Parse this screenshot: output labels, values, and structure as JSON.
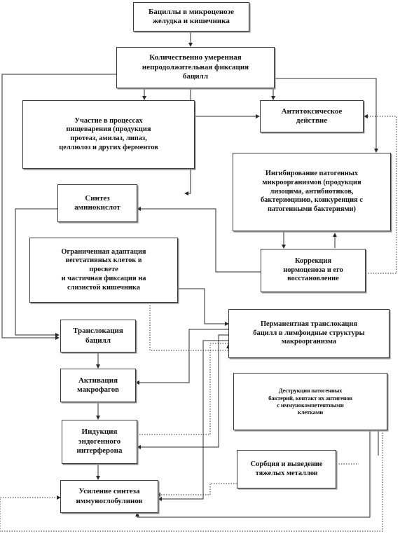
{
  "nodes": {
    "root": "Бациллы в микроценозе\nжелудка и кишечника",
    "fixation": "Количественно умеренная\nнепродолжительная фиксация\nбацилл",
    "digestion": "Участие в процессах\nпищеварения  (продукция\nпротеаз, амилаз, липаз,\nцеллюлоз и других ферментов",
    "antitoxic": "Антитоксическое\nдействие",
    "inhibition": "Ингибирование  патогенных\nмикроорганизмов (продукция\nлизоцима, антибиотиков,\nбактериоцинов,  конкуренция  с\nпатогенными бактериями)",
    "aminoacid": "Синтез\nаминокислот",
    "adaptation": "Ограниченная адаптация\nвегетативных клеток в\nпросвете\nи частичная фиксация на\nслизистой кишечника",
    "correction": "Коррекция\nнормоценоза и его\nвосстановление",
    "permanent": "Перманентная транслокация\nбацилл в лимфоидные структуры\nмакроорганизма",
    "translocation": "Транслокация\nбацилл",
    "activation": "Активация\nмакрофагов",
    "destruction": "Деструкция патогенных\nбактерий, контакт их антигенов\nс иммунокомпетентными\nклетками",
    "induction": "Индукция\nэндогенного\nинтерферона",
    "sorption": "Сорбция и выведение\nтяжелых металлов",
    "immuno": "Усиление синтеза\nиммуноглобулинов"
  },
  "style": {
    "line_color": "#2a2a2a",
    "box_border": "#3a3a3a",
    "shadow": "#8a8a8a"
  }
}
